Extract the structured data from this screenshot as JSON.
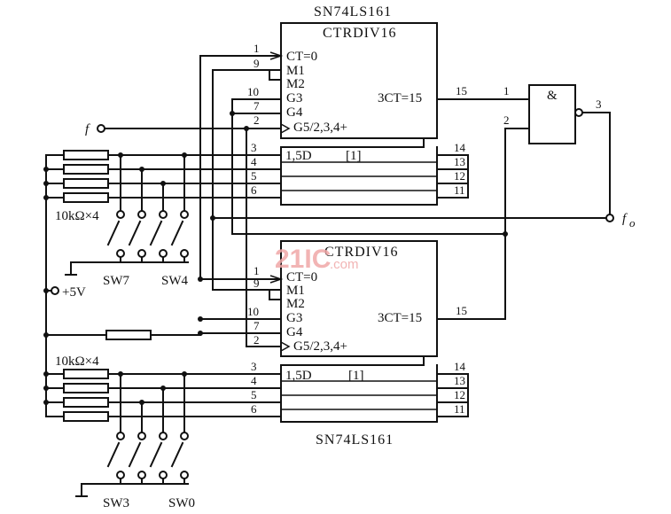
{
  "ic_top": {
    "part": "SN74LS161",
    "name": "CTRDIV16"
  },
  "ic_bottom": {
    "part": "SN74LS161",
    "name": "CTRDIV16"
  },
  "pin_labels": {
    "ct": "CT=0",
    "m1": "M1",
    "m2": "M2",
    "g3": "G3",
    "g4": "G4",
    "g5": "G5/2,3,4+",
    "d": "1,5D",
    "box": "[1]",
    "carry": "3CT=15"
  },
  "pin_numbers": {
    "p1": "1",
    "p9": "9",
    "p10": "10",
    "p7": "7",
    "p2": "2",
    "p3": "3",
    "p4": "4",
    "p5": "5",
    "p6": "6",
    "p14": "14",
    "p13": "13",
    "p12": "12",
    "p11": "11",
    "p15": "15"
  },
  "gate": {
    "symbol": "&",
    "in1": "1",
    "in2": "2",
    "out": "3"
  },
  "signals": {
    "input": "f",
    "output_main": "f",
    "output_sub": "o",
    "supply": "+5V"
  },
  "resistors": {
    "top": "10kΩ×4",
    "bottom": "10kΩ×4"
  },
  "switches": {
    "sw7": "SW7",
    "sw4": "SW4",
    "sw3": "SW3",
    "sw0": "SW0"
  },
  "watermark": {
    "logo": "21IC",
    "sub": ".com"
  }
}
